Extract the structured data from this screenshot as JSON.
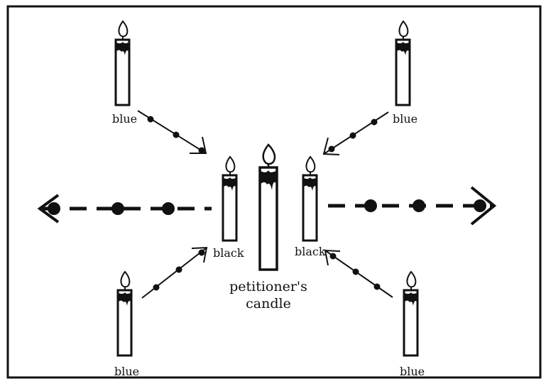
{
  "labels": {
    "blue_top_left": "blue",
    "blue_top_right": "blue",
    "blue_bottom_left": "blue",
    "blue_bottom_right": "blue",
    "black_left": "black",
    "black_right": "black",
    "petitioner_line1": "petitioner's",
    "petitioner_line2": "candle"
  },
  "colors": {
    "ink": "#111111",
    "candle_fill": "#ffffff",
    "background": "#ffffff"
  },
  "icons": {
    "candle": "candle-icon",
    "arrow": "arrow-icon"
  }
}
